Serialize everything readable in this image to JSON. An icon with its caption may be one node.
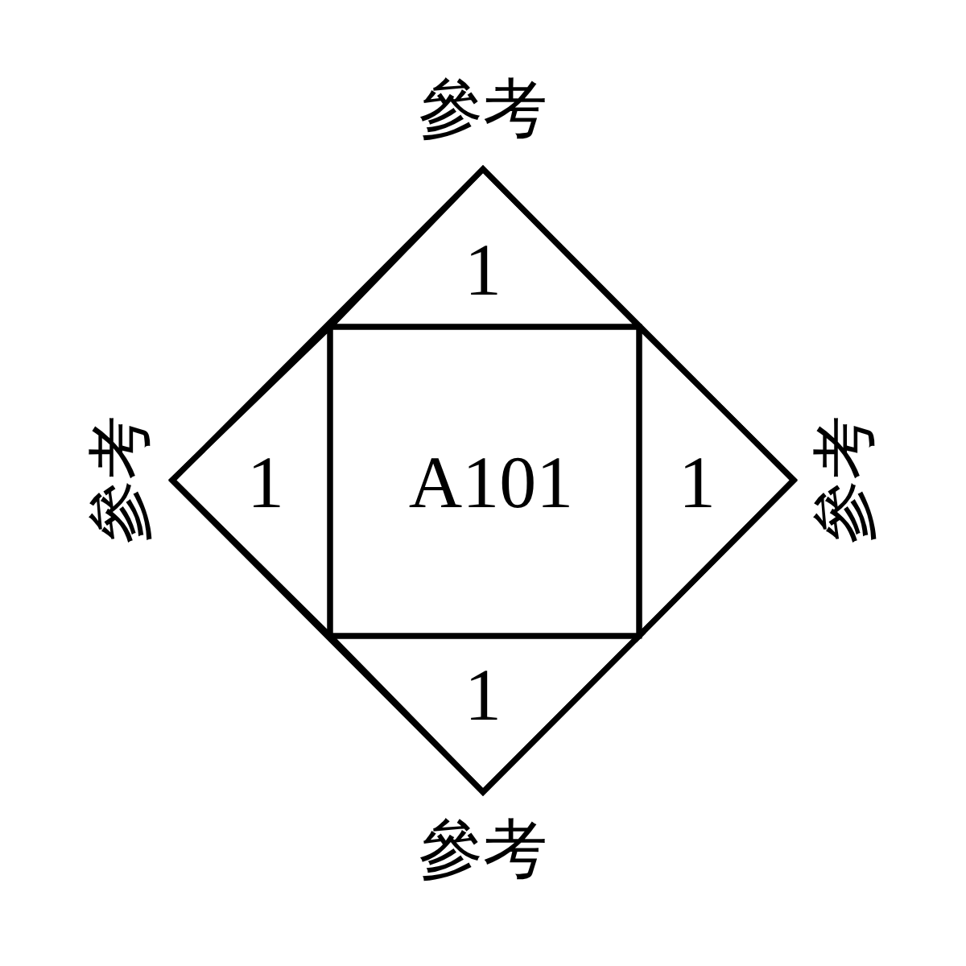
{
  "diagram": {
    "nodes": [
      {
        "text": [],
        "shape": "diamond"
      },
      {
        "text": [
          "1"
        ],
        "in": 0
      },
      {
        "text": [
          "1"
        ],
        "in": 0
      },
      {
        "text": [
          "A101"
        ],
        "in": 0
      },
      {
        "text": [
          "1"
        ],
        "in": 0
      },
      {
        "text": [
          "1"
        ],
        "in": 0
      }
    ],
    "labels": [
      "參考",
      "參考",
      "參考",
      "參考"
    ]
  }
}
